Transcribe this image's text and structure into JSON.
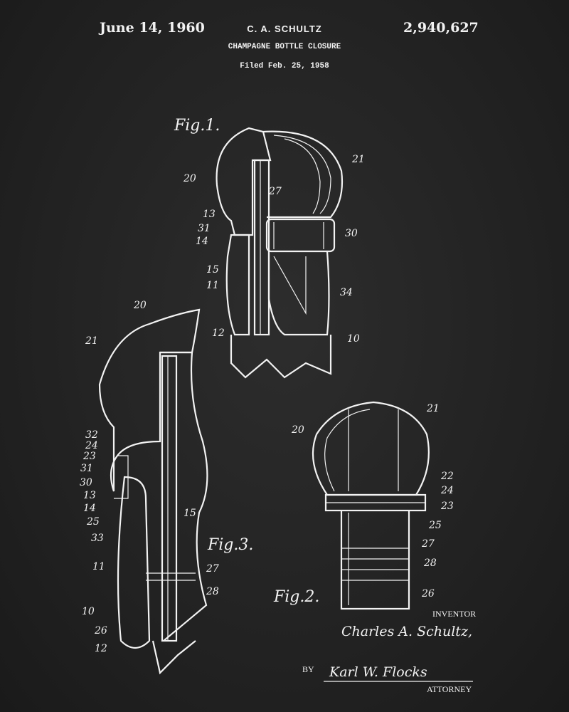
{
  "header": {
    "date": "June 14, 1960",
    "inventor_name": "C. A. SCHULTZ",
    "patent_number": "2,940,627",
    "title": "CHAMPAGNE BOTTLE CLOSURE",
    "filed": "Filed Feb. 25, 1958"
  },
  "fig1": {
    "title": "Fig.1.",
    "labels": [
      "20",
      "21",
      "27",
      "13",
      "31",
      "14",
      "30",
      "15",
      "11",
      "34",
      "12",
      "10"
    ]
  },
  "fig3": {
    "title": "Fig.3.",
    "labels": [
      "20",
      "21",
      "32",
      "24",
      "23",
      "31",
      "30",
      "13",
      "14",
      "25",
      "33",
      "15",
      "11",
      "27",
      "28",
      "10",
      "26",
      "12"
    ]
  },
  "fig2": {
    "title": "Fig.2.",
    "labels": [
      "20",
      "21",
      "22",
      "24",
      "23",
      "25",
      "27",
      "28",
      "26"
    ]
  },
  "footer": {
    "inventor_label": "INVENTOR",
    "inventor_signature": "Charles A. Schultz,",
    "by_label": "BY",
    "attorney_signature": "Karl W. Flocks",
    "attorney_label": "ATTORNEY"
  }
}
